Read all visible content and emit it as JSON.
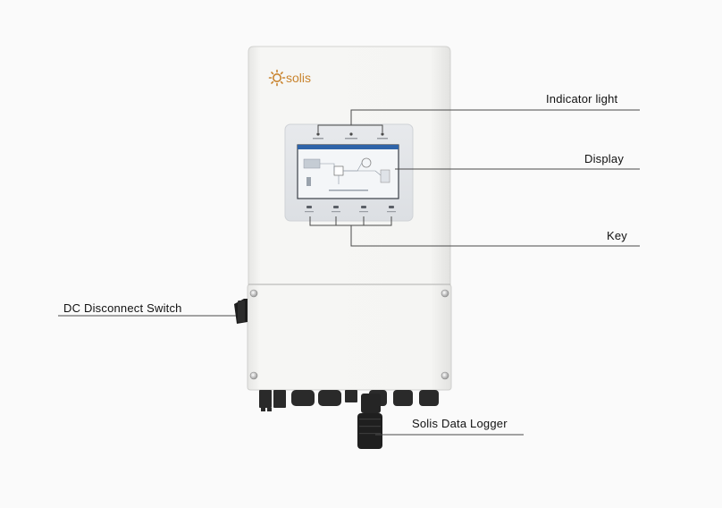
{
  "brand": {
    "logo_text": "solis",
    "accent_color": "#c9842e"
  },
  "callouts": {
    "indicator_light": "Indicator light",
    "display": "Display",
    "key": "Key",
    "dc_disconnect_switch": "DC Disconnect Switch",
    "data_logger": "Solis Data Logger"
  },
  "colors": {
    "background": "#fafafa",
    "housing": "#f3f3f1",
    "connector": "#2a2a2a",
    "line": "#4a4a4a"
  }
}
